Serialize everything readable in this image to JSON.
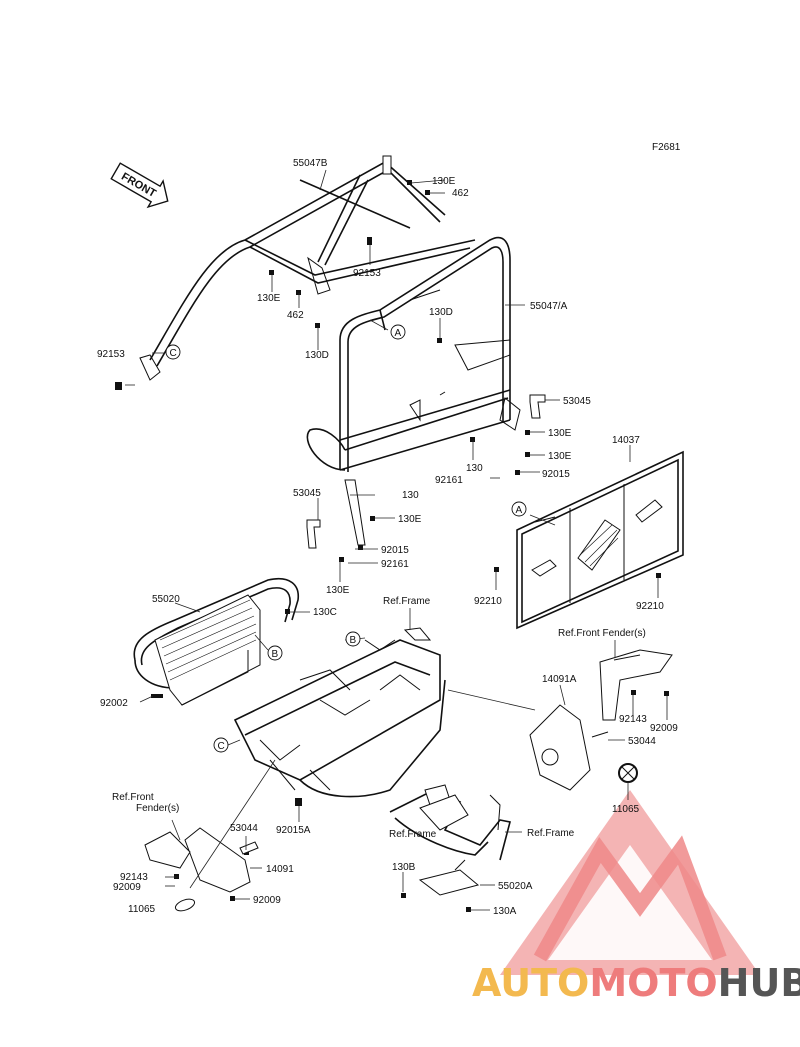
{
  "diagram_id": "F2681",
  "front_arrow_label": "FRONT",
  "callouts": {
    "a": "A",
    "b": "B",
    "c": "C"
  },
  "parts": {
    "p55047B": "55047B",
    "p130E_top": "130E",
    "p462_top": "462",
    "p92153_mid": "92153",
    "p130E_left": "130E",
    "p462_left": "462",
    "p130D_right": "130D",
    "p55047A": "55047/A",
    "p130D_left": "130D",
    "p92153_left": "92153",
    "p53045_right": "53045",
    "p130E_r1": "130E",
    "p130E_r2": "130E",
    "p130_right": "130",
    "p92161_right": "92161",
    "p92015_right": "92015",
    "p14037": "14037",
    "p53045_left": "53045",
    "p130_left": "130",
    "p130E_l1": "130E",
    "p92015_left": "92015",
    "p130E_l2": "130E",
    "p92161_left": "92161",
    "p92210_left": "92210",
    "p92210_right": "92210",
    "p55020": "55020",
    "p130C": "130C",
    "ref_frame_top": "Ref.Frame",
    "ref_front_fender_right": "Ref.Front Fender(s)",
    "p14091A": "14091A",
    "p92002": "92002",
    "p92143_right": "92143",
    "p92009_right": "92009",
    "p53044_right": "53044",
    "p11065_right": "11065",
    "ref_front_fender_left_1": "Ref.Front",
    "ref_front_fender_left_2": "Fender(s)",
    "p53044_left": "53044",
    "p92015A": "92015A",
    "ref_frame_bottom": "Ref.Frame",
    "p92143_left": "92143",
    "p14091": "14091",
    "p92009_left1": "92009",
    "p92009_left2": "92009",
    "p11065_left": "11065",
    "p130B": "130B",
    "p55020A": "55020A",
    "p130A": "130A"
  },
  "watermark": {
    "part1": "AUTO",
    "part2": "MOTO",
    "part3": "HUB",
    "color1": "#f3b94f",
    "color2": "#ee7c7c",
    "color3": "#555555"
  }
}
